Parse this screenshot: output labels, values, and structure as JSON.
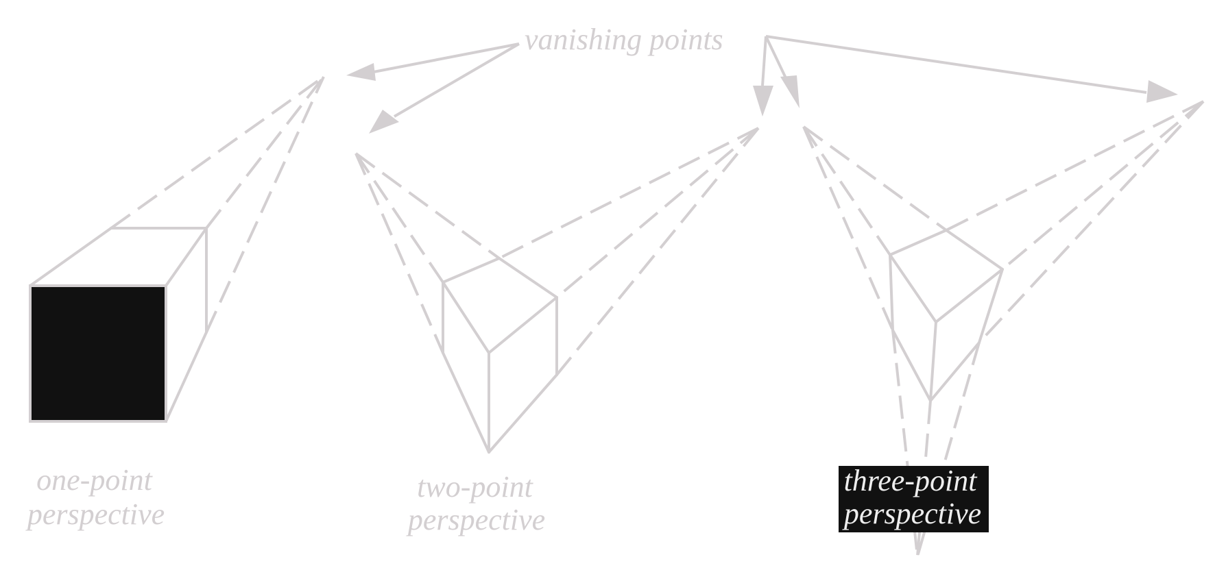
{
  "colors": {
    "background": "#ffffff",
    "line": "#d3cfd1",
    "label_text": "#d3cfd1",
    "fill_dark": "#111111",
    "highlight_text": "#eeeeee"
  },
  "labels": {
    "vanishing_points": "vanishing points",
    "one_point": [
      "one-point",
      "perspective"
    ],
    "two_point": [
      "two-point",
      "perspective"
    ],
    "three_point": [
      "three-point",
      "perspective"
    ]
  },
  "highlighted": "three_point"
}
